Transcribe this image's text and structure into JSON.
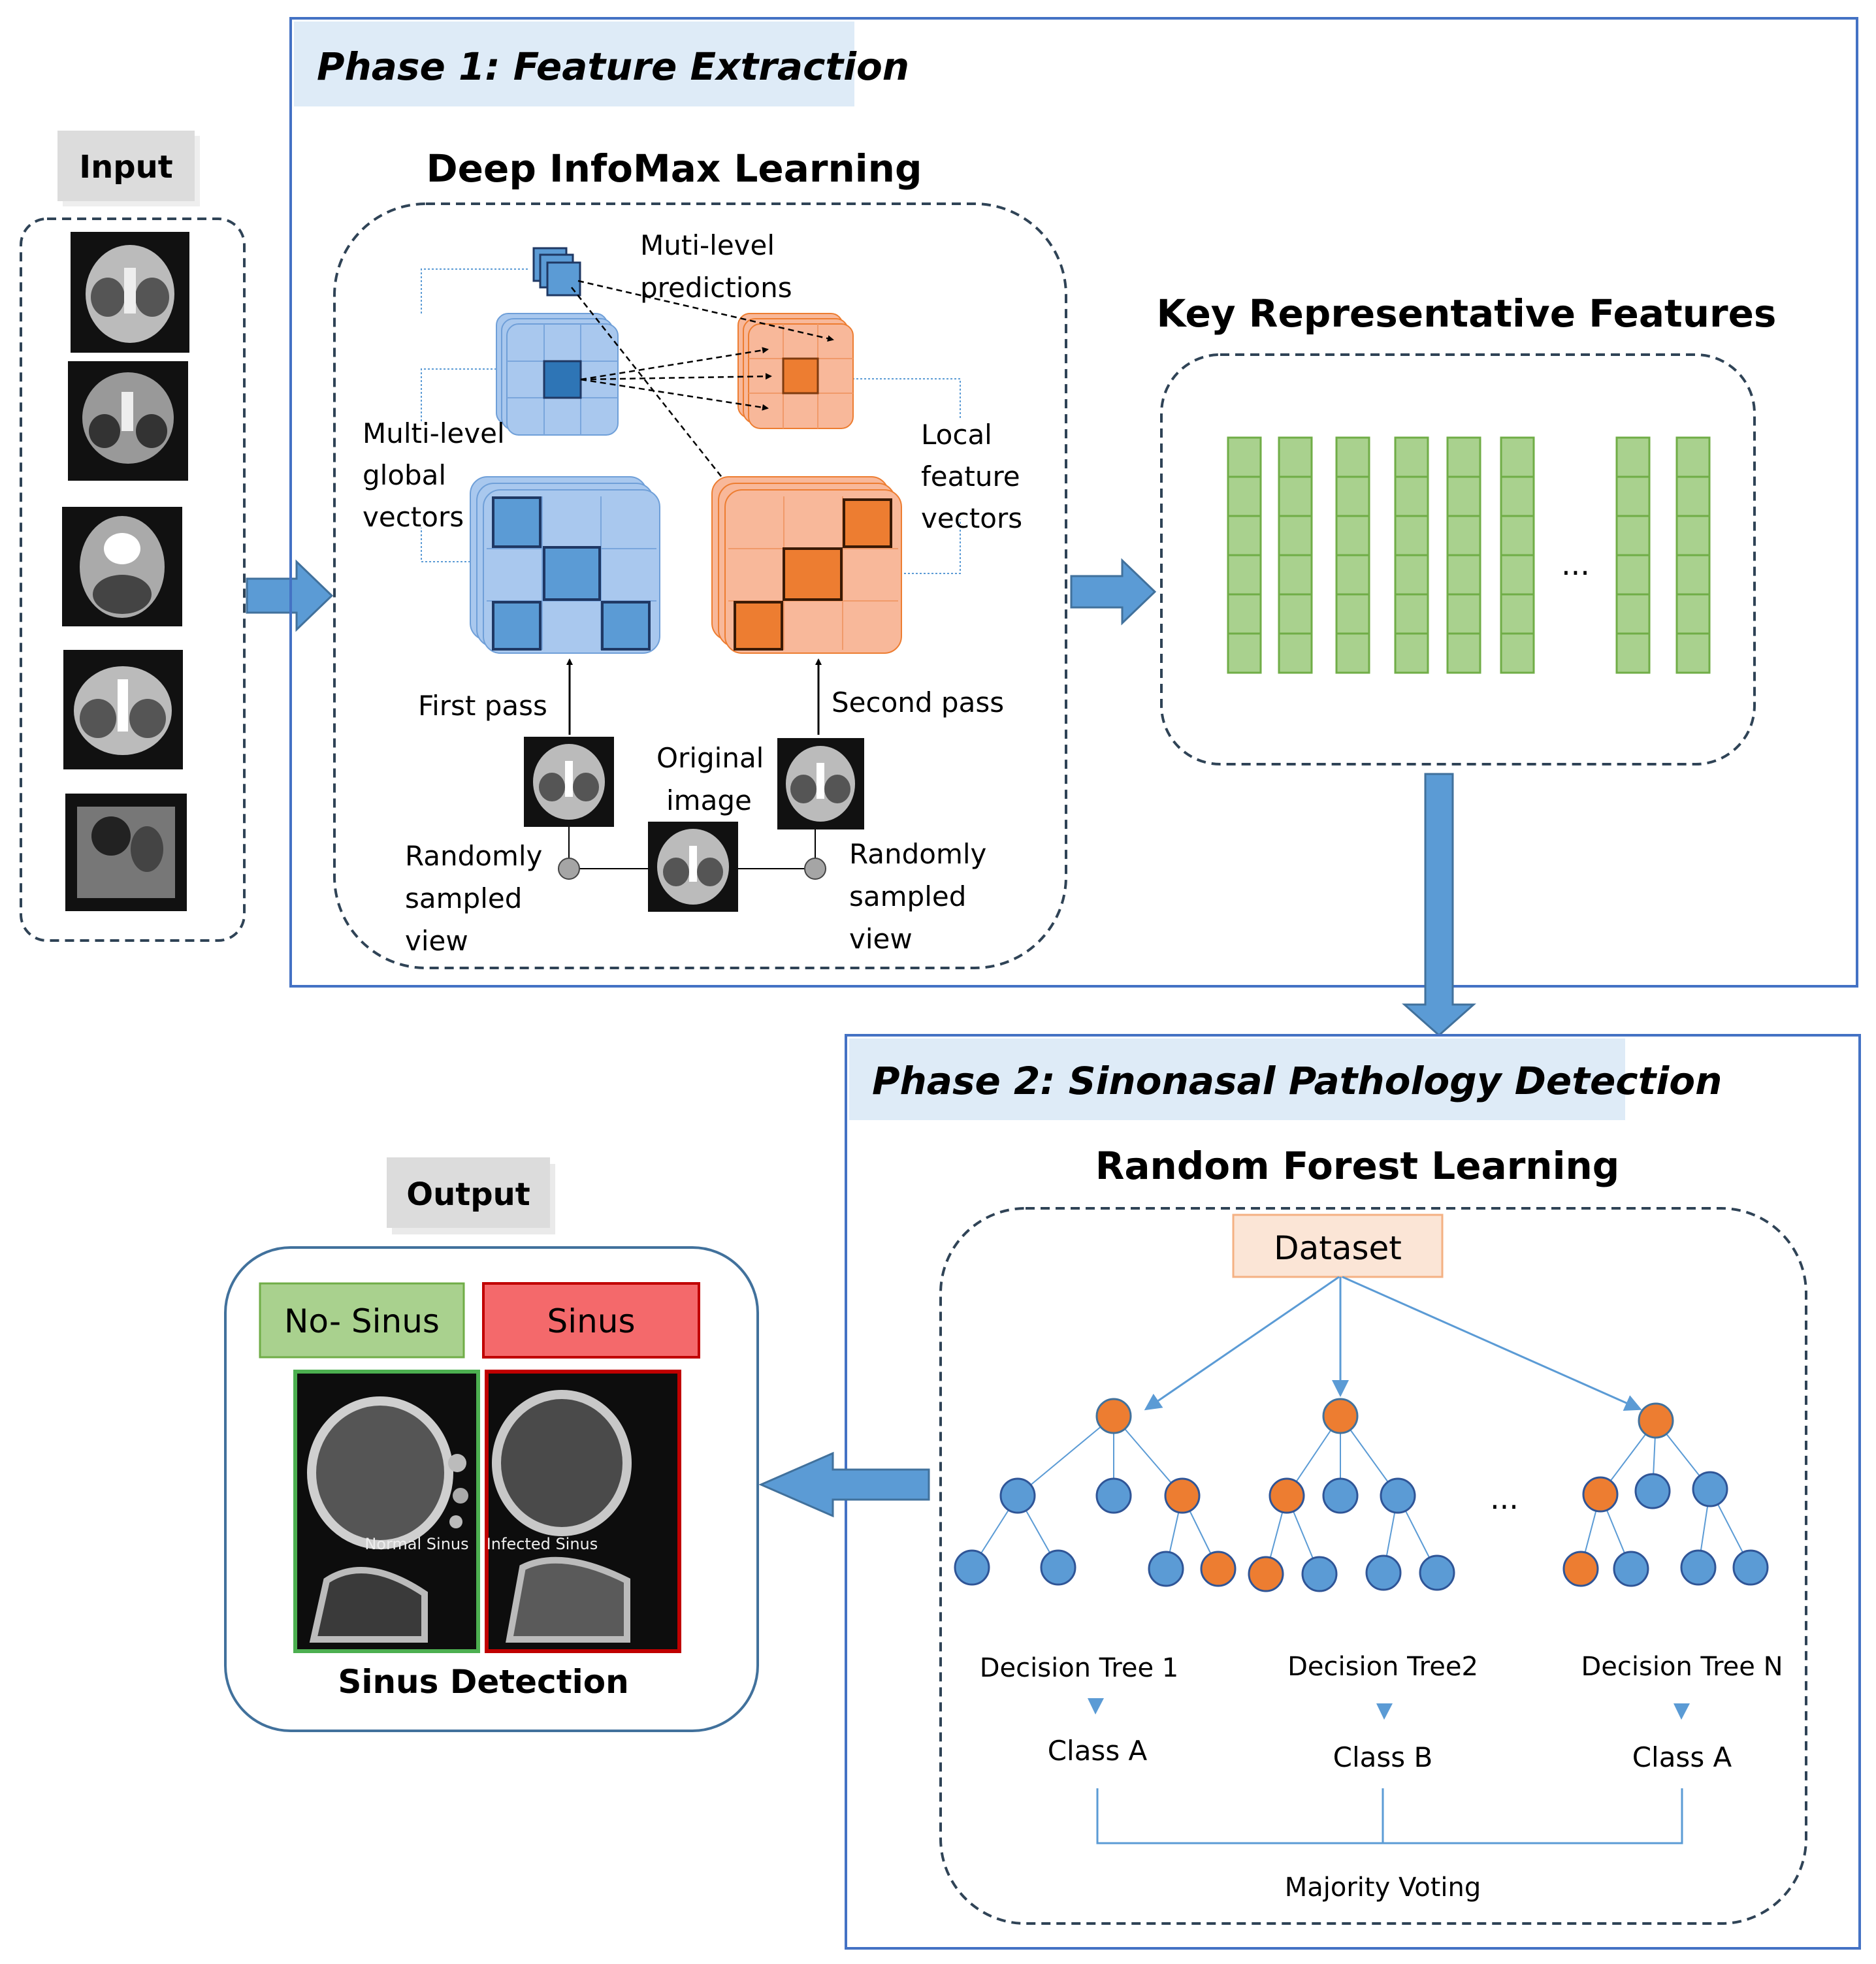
{
  "colors": {
    "frame_blue": "#4472c4",
    "dash": "#2f4356",
    "blue": "#5b9bd5",
    "blue_light": "#a9c8ee",
    "orange": "#ed7d31",
    "orange_light": "#f8b89a",
    "green": "#a9d18e",
    "green_dark": "#70ad47",
    "red": "#f4696b",
    "header_bg": "#deebf7",
    "dataset_bg": "#fbe5d6"
  },
  "input": {
    "label": "Input"
  },
  "output": {
    "label": "Output",
    "no_sinus": "No- Sinus",
    "sinus": "Sinus",
    "normal_caption": "Normal Sinus",
    "infected_caption": "Infected Sinus",
    "title": "Sinus Detection"
  },
  "phase1": {
    "title": "Phase 1: Feature Extraction",
    "infomax_title": "Deep InfoMax Learning",
    "multi_pred": [
      "Muti-level",
      "predictions"
    ],
    "global": [
      "Multi-level",
      "global",
      "vectors"
    ],
    "local": [
      "Local",
      "feature",
      "vectors"
    ],
    "first_pass": "First pass",
    "second_pass": "Second pass",
    "original": [
      "Original",
      "image"
    ],
    "rand_left": [
      "Randomly",
      "sampled",
      "view"
    ],
    "rand_right": [
      "Randomly",
      "sampled",
      "view"
    ],
    "key_title": "Key Representative Features",
    "ellipsis": "..."
  },
  "phase2": {
    "title": "Phase 2: Sinonasal Pathology Detection",
    "rf_title": "Random Forest Learning",
    "dataset": "Dataset",
    "ellipsis": "...",
    "trees": [
      {
        "name": "Decision Tree 1",
        "class": "Class A"
      },
      {
        "name": "Decision Tree2",
        "class": "Class B"
      },
      {
        "name": "Decision Tree N",
        "class": "Class A"
      }
    ],
    "majority": "Majority Voting"
  }
}
